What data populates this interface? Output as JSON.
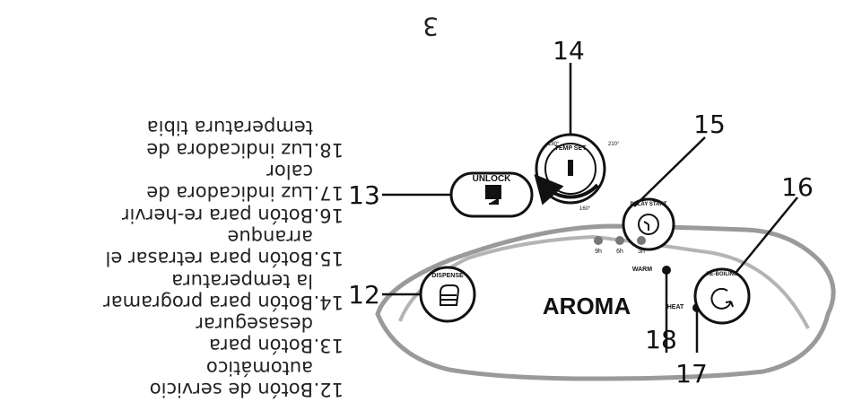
{
  "brand": "AROMA",
  "page_number": "3",
  "panel": {
    "dispense_label": "DISPENSE",
    "unlock_label": "UNLOCK",
    "temp_set_label": "TEMP SET",
    "temp_unit": "°F",
    "temp_marks": [
      "160°",
      "210°",
      "180°"
    ],
    "delay_label": "DELAY START",
    "reboil_label": "RE-BOILING",
    "warm_label": "WARM",
    "heat_label": "HEAT",
    "delay_hours": [
      "3h",
      "6h",
      "9h"
    ]
  },
  "callouts": [
    "12",
    "13",
    "14",
    "15",
    "16",
    "17",
    "18"
  ],
  "legend": [
    {
      "num": "12.",
      "lines": [
        "Botón de servicio",
        "automático"
      ]
    },
    {
      "num": "13.",
      "lines": [
        "Botón para",
        "desasegurar"
      ]
    },
    {
      "num": "14.",
      "lines": [
        "Botón para programar",
        "la temperatura"
      ]
    },
    {
      "num": "15.",
      "lines": [
        "Botón para retrasar el",
        "arranque"
      ]
    },
    {
      "num": "16.",
      "lines": [
        "Botón para re-hervir"
      ]
    },
    {
      "num": "17.",
      "lines": [
        "Luz indicadora de",
        "calor"
      ]
    },
    {
      "num": "18.",
      "lines": [
        "Luz indicadora de",
        "temperatura tibia"
      ]
    }
  ]
}
